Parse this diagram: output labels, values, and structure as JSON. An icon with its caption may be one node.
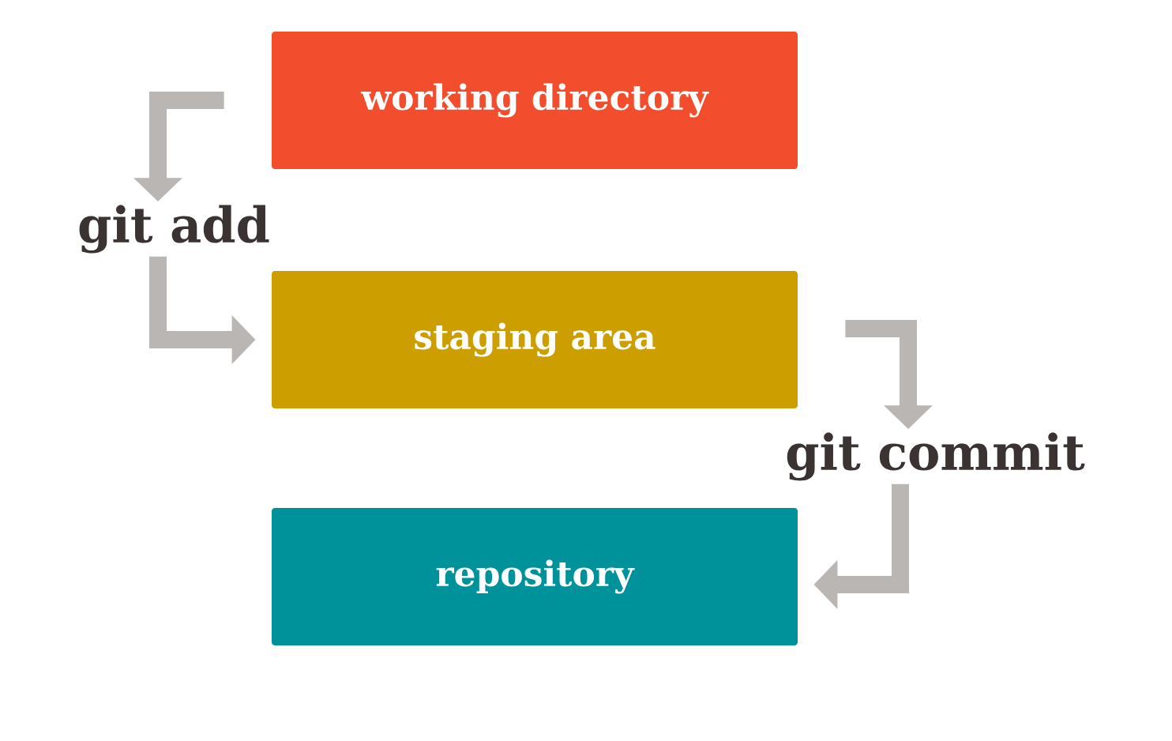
{
  "diagram": {
    "nodes": [
      {
        "text": [
          "working directory"
        ]
      },
      {
        "text": [
          "git add"
        ]
      },
      {
        "text": [
          "staging area"
        ]
      },
      {
        "text": [
          "git commit"
        ]
      },
      {
        "text": [
          "repository"
        ]
      }
    ],
    "edges": [
      {
        "from": 0,
        "to": 1,
        "arrow": "to"
      },
      {
        "from": 1,
        "to": 2,
        "arrow": "to"
      },
      {
        "from": 2,
        "to": 3,
        "arrow": "to"
      },
      {
        "from": 3,
        "to": 4,
        "arrow": "to"
      }
    ]
  }
}
